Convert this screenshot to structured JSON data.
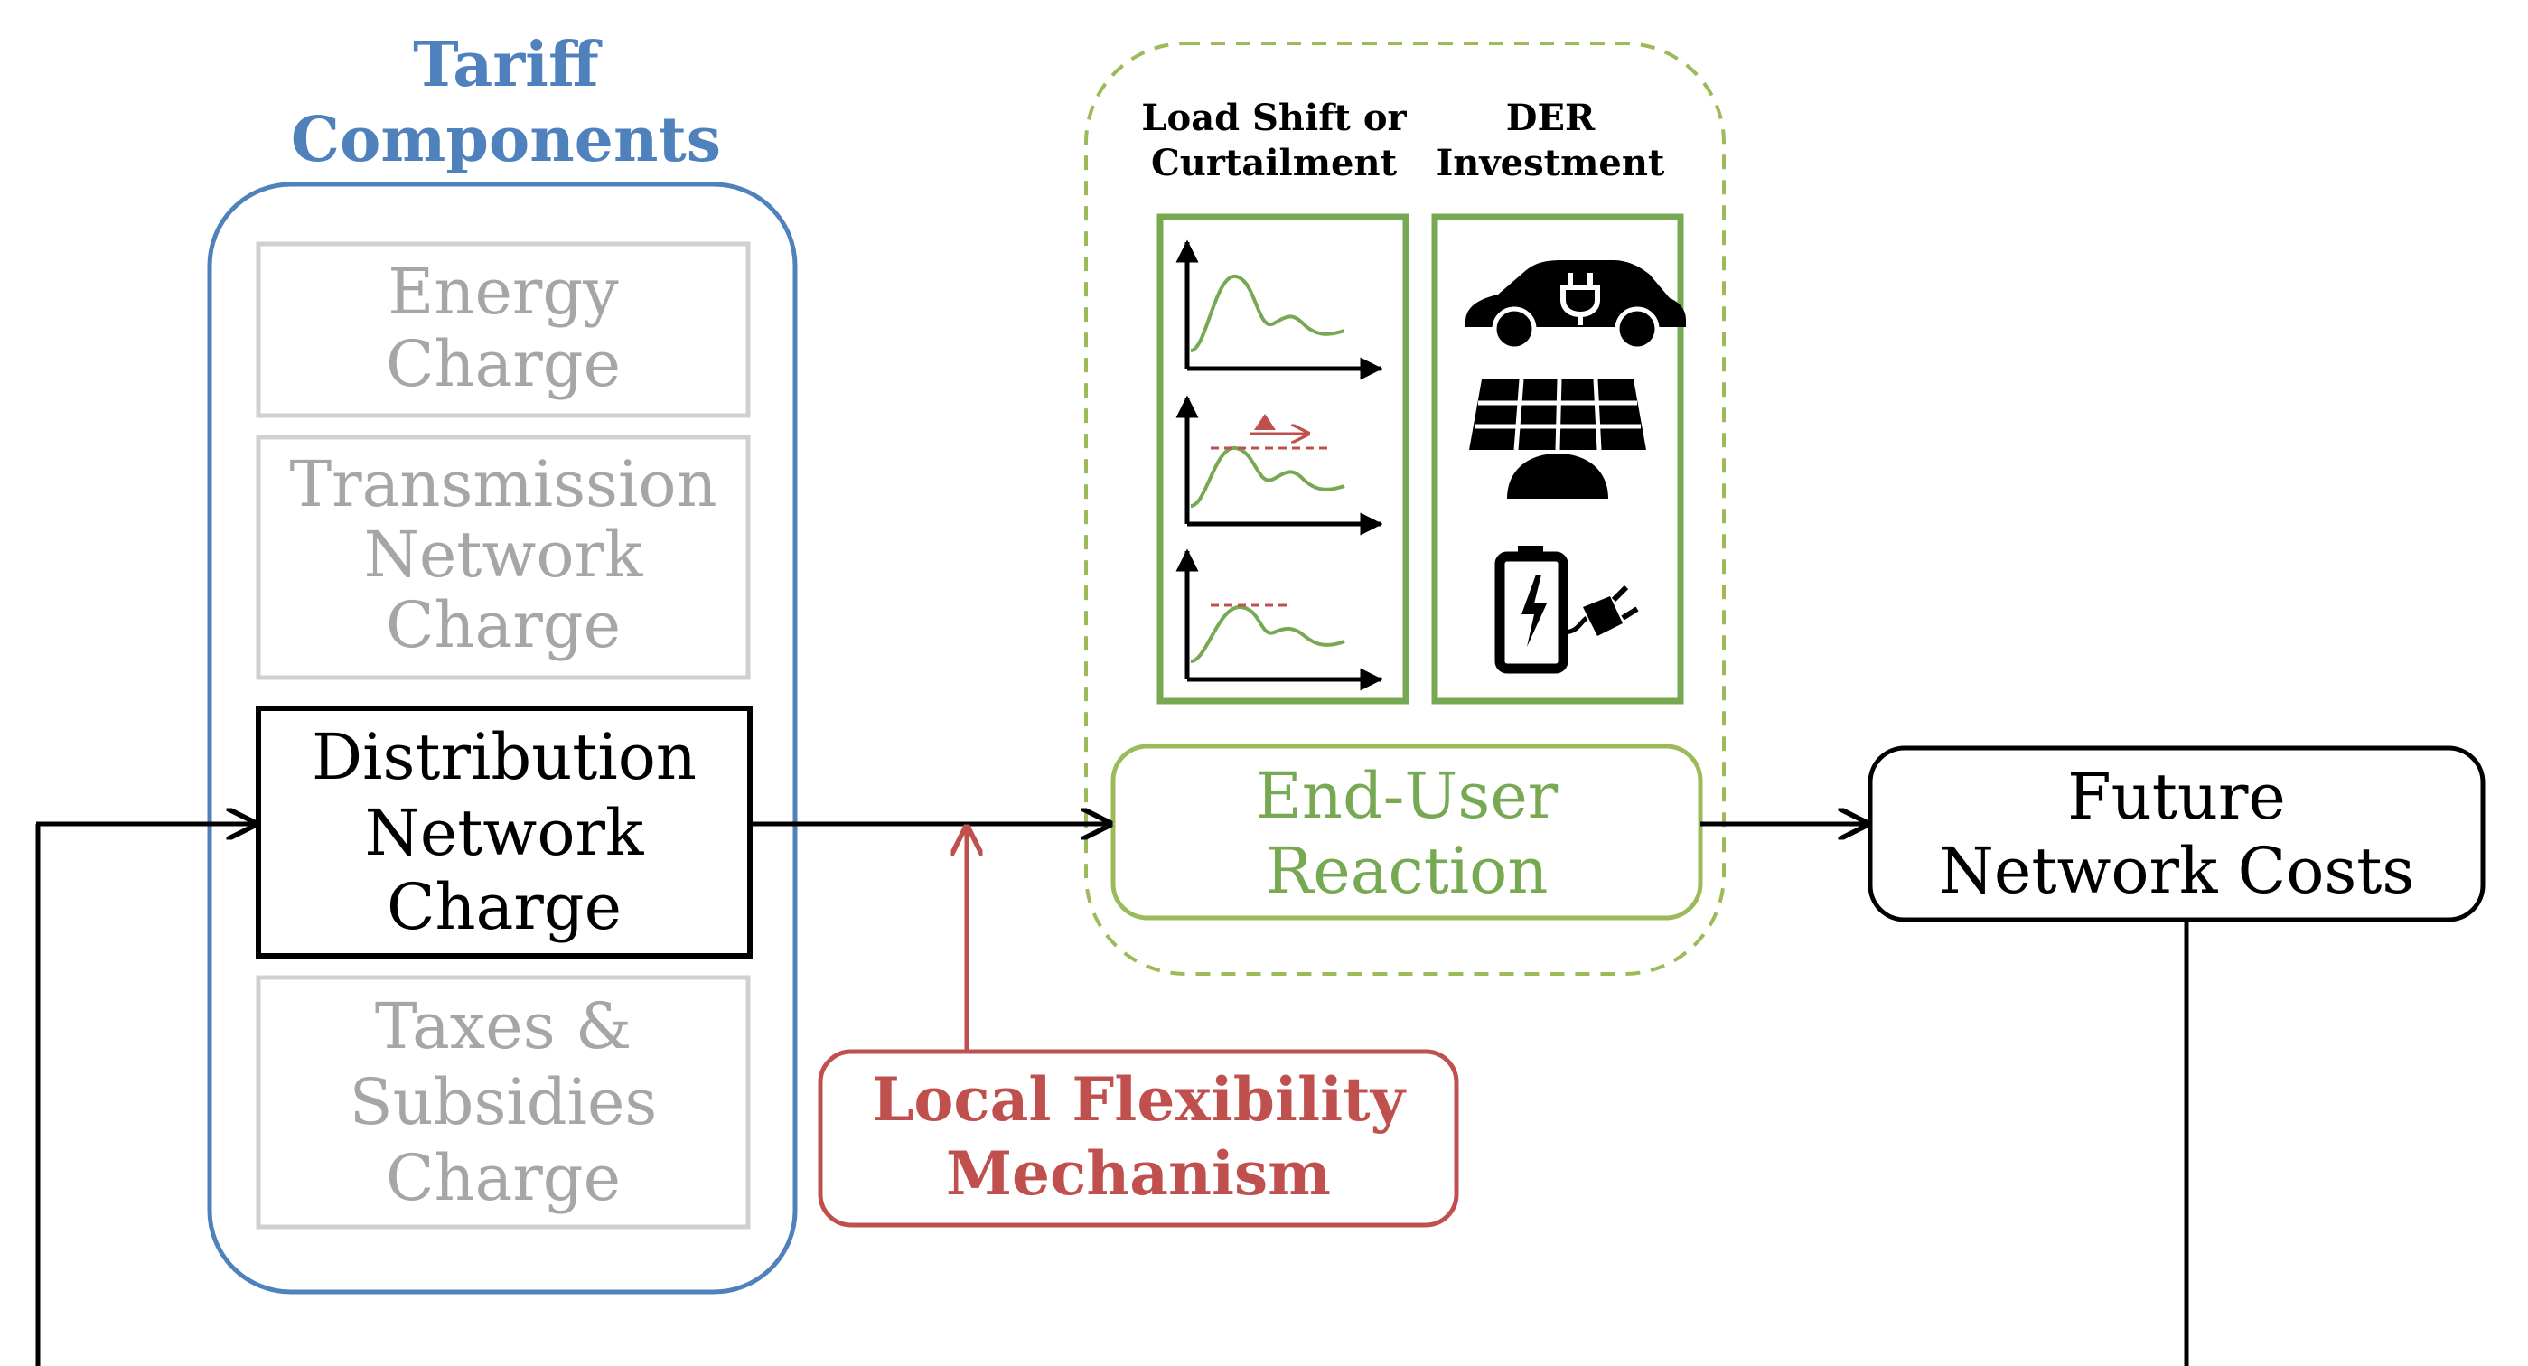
{
  "tariff_components": {
    "title_line1": "Tariff",
    "title_line2": "Components",
    "energy": {
      "line1": "Energy",
      "line2": "Charge"
    },
    "transmission": {
      "line1": "Transmission",
      "line2": "Network",
      "line3": "Charge"
    },
    "distribution": {
      "line1": "Distribution",
      "line2": "Network",
      "line3": "Charge"
    },
    "taxes": {
      "line1": "Taxes &",
      "line2": "Subsidies",
      "line3": "Charge"
    }
  },
  "reaction_group": {
    "load_shift_header": {
      "line1": "Load Shift or",
      "line2": "Curtailment"
    },
    "der_header": {
      "line1": "DER",
      "line2": "Investment"
    },
    "end_user": {
      "line1": "End-User",
      "line2": "Reaction"
    }
  },
  "future_costs": {
    "line1": "Future",
    "line2": "Network Costs"
  },
  "local_flexibility": {
    "line1": "Local Flexibility",
    "line2": "Mechanism"
  },
  "icons": [
    "electric-car-icon",
    "solar-panel-icon",
    "battery-charging-icon"
  ],
  "colors": {
    "tariff_blue": "#4f81bd",
    "grey_text": "#a6a6a6",
    "green": "#77a852",
    "red": "#c0504d",
    "black": "#000000"
  }
}
